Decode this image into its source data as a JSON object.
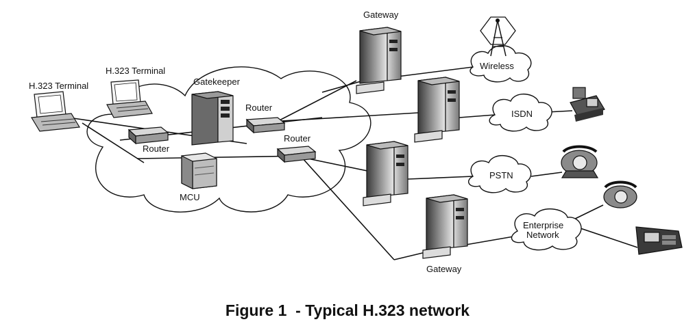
{
  "labels": {
    "gateway_top": "Gateway",
    "gateway_bottom": "Gateway",
    "h323_terminal_left": "H.323 Terminal",
    "h323_terminal_mid": "H.323 Terminal",
    "gatekeeper": "Gatekeeper",
    "router_top": "Router",
    "router_left": "Router",
    "router_right": "Router",
    "mcu": "MCU",
    "wireless": "Wireless",
    "isdn": "ISDN",
    "pstn": "PSTN",
    "enterprise_line1": "Enterprise",
    "enterprise_line2": "Network"
  },
  "caption": "Figure 1  - Typical H.323 network"
}
